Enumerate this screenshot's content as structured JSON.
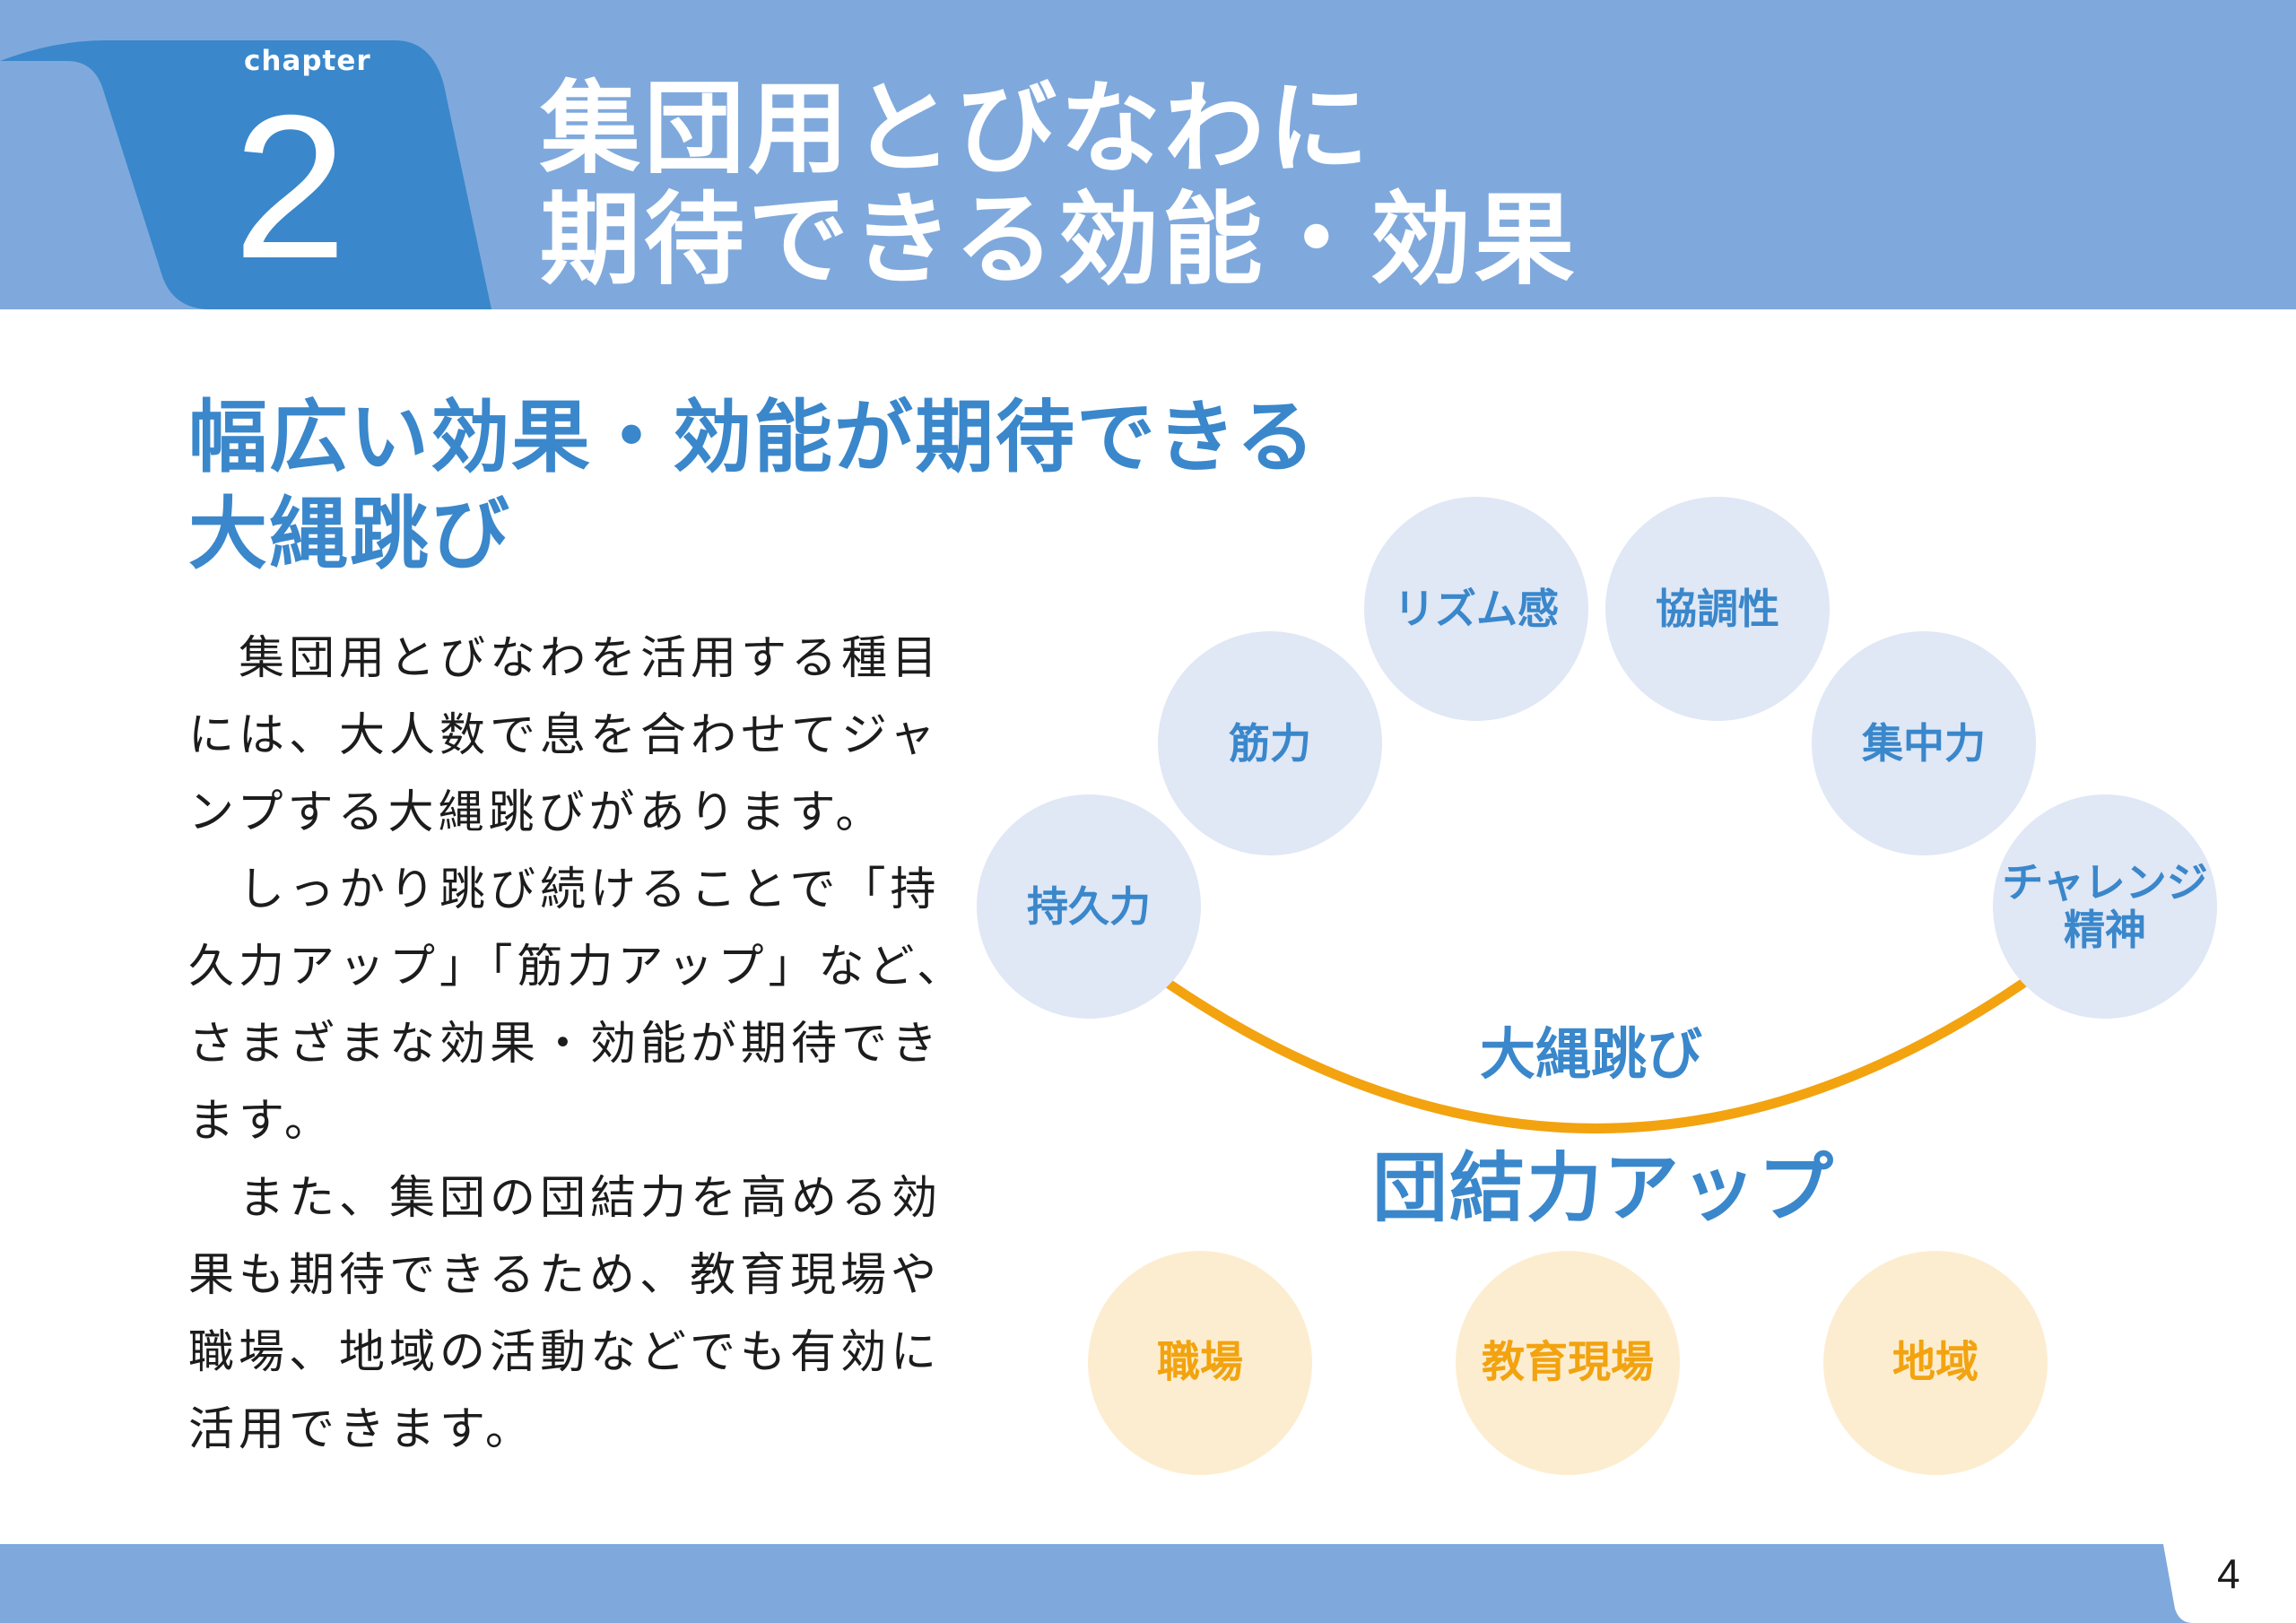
{
  "header": {
    "chapter_label": "chapter",
    "chapter_number": "2",
    "title_line1": "集団用とびなわに",
    "title_line2": "期待できる効能・効果"
  },
  "section": {
    "heading_line1": "幅広い効果・効能が期待できる",
    "heading_line2": "大縄跳び"
  },
  "body": {
    "lines": [
      "　集団用とびなわを活用する種目",
      "には、大人数で息を合わせてジャ",
      "ンプする大縄跳びがあります。",
      "　しっかり跳び続けることで「持",
      "久力アップ」「筋力アップ」など、",
      "さまざまな効果・効能が期待でき",
      "ます。",
      "　また、集団の団結力を高める効",
      "果も期待できるため、教育現場や",
      "職場、地域の活動などでも有効に",
      "活用できます。"
    ]
  },
  "diagram": {
    "benefits": [
      [
        "持久力"
      ],
      [
        "筋力"
      ],
      [
        "リズム感"
      ],
      [
        "協調性"
      ],
      [
        "集中力"
      ],
      [
        "チャレンジ",
        "精神"
      ]
    ],
    "rope_label": "大縄跳び",
    "result_label": "団結力アップ",
    "settings": [
      "職場",
      "教育現場",
      "地域"
    ],
    "colors": {
      "accent_blue": "#3a87cb",
      "header_blue": "#7fa9dc",
      "chapter_tab": "#3a87cb",
      "rope_orange": "#f2a30f",
      "circle_blue": "#e0e7f5",
      "circle_orange": "#fdedd0"
    }
  },
  "footer": {
    "page_number": "4"
  }
}
